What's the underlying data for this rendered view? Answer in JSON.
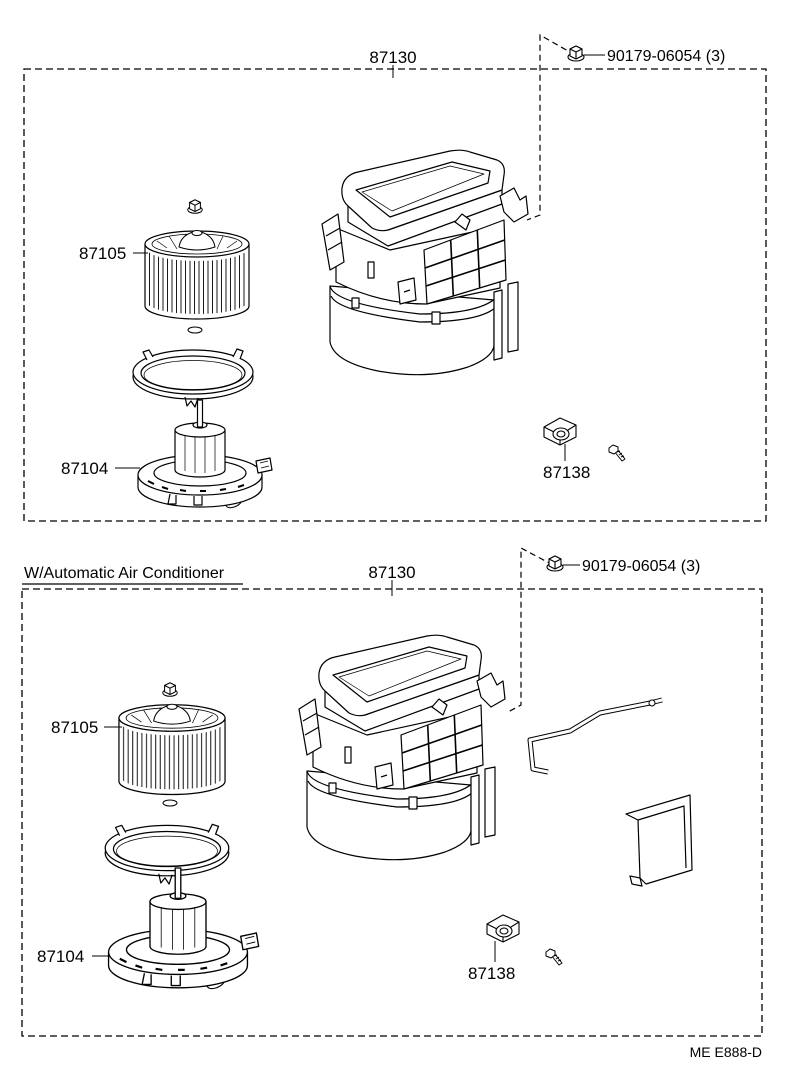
{
  "sections": [
    {
      "assembly_label": "87130",
      "nut_label": "90179-06054 (3)",
      "fan_label": "87105",
      "motor_label": "87104",
      "resistor_label": "87138"
    },
    {
      "heading": "W/Automatic Air Conditioner",
      "assembly_label": "87130",
      "nut_label": "90179-06054 (3)",
      "fan_label": "87105",
      "motor_label": "87104",
      "resistor_label": "87138"
    }
  ],
  "illustration_code": "ME E888-D",
  "colors": {
    "ink": "#000000",
    "paper": "#ffffff"
  }
}
